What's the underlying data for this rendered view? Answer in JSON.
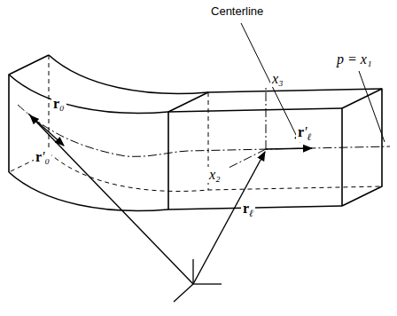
{
  "diagram": {
    "labels": [
      "Centerline",
      "p = x₁",
      "x₃",
      "r′ℓ",
      "r₀",
      "x₂",
      "rℓ",
      "r′₀"
    ]
  }
}
